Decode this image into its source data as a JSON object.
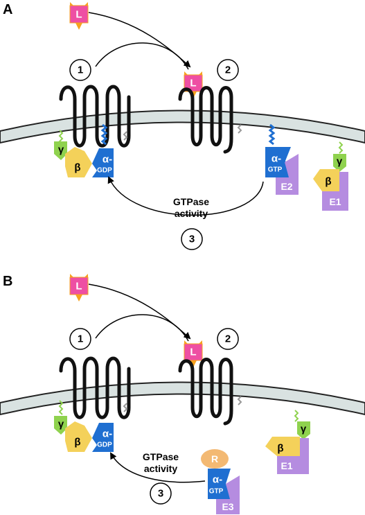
{
  "colors": {
    "membrane_fill": "#d9e2e1",
    "ligand": "#ee4fa3",
    "ligand_tip": "#f6a21e",
    "alpha": "#1f6fd1",
    "beta": "#f4d15a",
    "gamma": "#8fd24e",
    "effector": "#b58ce0",
    "rgs": "#f3b973"
  },
  "panel_a": {
    "label": "A",
    "ligand": "L",
    "ligand_bound": "L",
    "step1": "1",
    "step2": "2",
    "step3": "3",
    "gamma": "γ",
    "beta": "β",
    "alpha_gdp_top": "α-",
    "alpha_gdp_bottom": "GDP",
    "alpha_gtp_top": "α-",
    "alpha_gtp_bottom": "GTP",
    "effector2": "E2",
    "effector1": "E1",
    "gamma2": "γ",
    "beta2": "β",
    "gtpase_line1": "GTPase",
    "gtpase_line2": "activity"
  },
  "panel_b": {
    "label": "B",
    "ligand": "L",
    "ligand_bound": "L",
    "step1": "1",
    "step2": "2",
    "step3": "3",
    "gamma": "γ",
    "beta": "β",
    "alpha_gdp_top": "α-",
    "alpha_gdp_bottom": "GDP",
    "alpha_gtp_top": "α-",
    "alpha_gtp_bottom": "GTP",
    "effector3": "E3",
    "effector1": "E1",
    "gamma2": "γ",
    "beta2": "β",
    "rgs": "R",
    "gtpase_line1": "GTPase",
    "gtpase_line2": "activity"
  }
}
